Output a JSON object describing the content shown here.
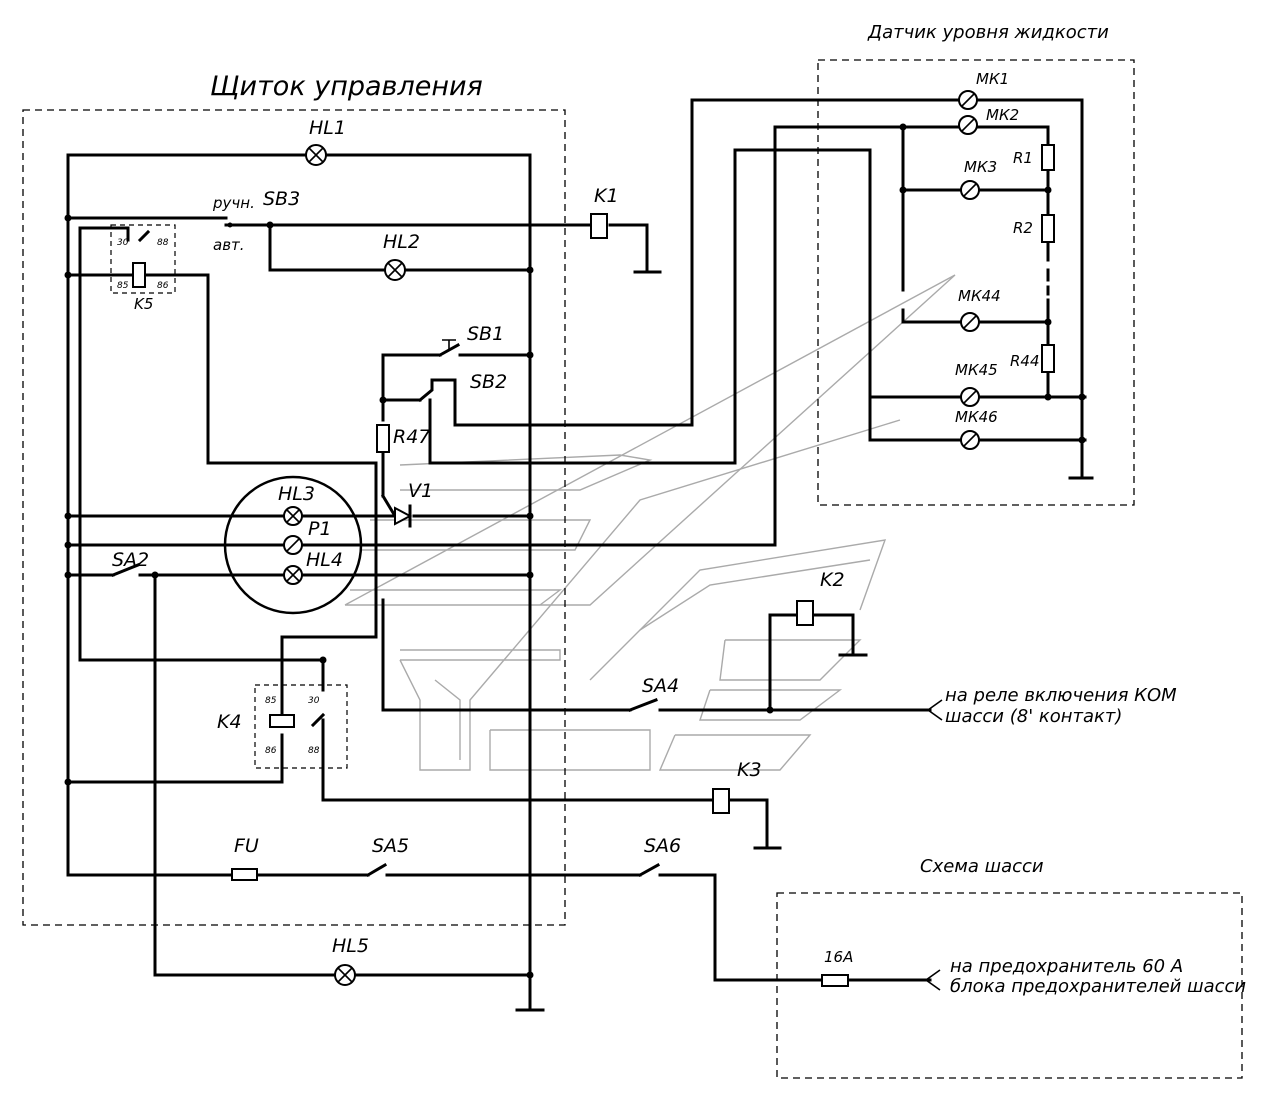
{
  "blocks": {
    "panel": "Щиток управления",
    "sensor": "Датчик уровня жидкости",
    "chassis": "Схема шасси"
  },
  "labels": {
    "HL1": "HL1",
    "HL2": "HL2",
    "HL3": "HL3",
    "HL4": "HL4",
    "HL5": "HL5",
    "P1": "P1",
    "SB1": "SB1",
    "SB2": "SB2",
    "SB3": "SB3",
    "SA2": "SA2",
    "SA4": "SA4",
    "SA5": "SA5",
    "SA6": "SA6",
    "K1": "K1",
    "K2": "K2",
    "K3": "K3",
    "K4": "K4",
    "K5": "K5",
    "R47": "R47",
    "V1": "V1",
    "FU": "FU",
    "manual": "ручн.",
    "auto": "авт.",
    "MK1": "МК1",
    "MK2": "МК2",
    "MK3": "МК3",
    "MK44": "МК44",
    "MK45": "МК45",
    "MK46": "МК46",
    "R1": "R1",
    "R2": "R2",
    "R44": "R44",
    "fuse16": "16А"
  },
  "relay_pins": {
    "k5": [
      "30",
      "88",
      "85",
      "86"
    ],
    "k4": [
      "85",
      "30",
      "86",
      "88"
    ]
  },
  "notes": {
    "kom_line1": "на реле  включения КОМ",
    "kom_line2": "шасси (8' контакт)",
    "fuse_line1": "на предохранитель 60 А",
    "fuse_line2": "блока предохранителей шасси"
  }
}
